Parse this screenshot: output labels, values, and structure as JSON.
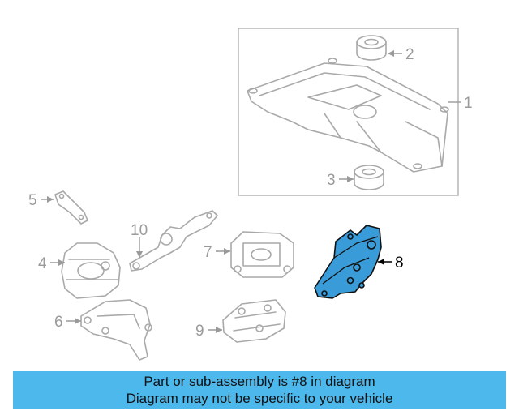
{
  "callouts": {
    "c1": "1",
    "c2": "2",
    "c3": "3",
    "c4": "4",
    "c5": "5",
    "c6": "6",
    "c7": "7",
    "c8": "8",
    "c9": "9",
    "c10": "10"
  },
  "highlight_color": "#3a9bd9",
  "banner": {
    "line1": "Part or sub-assembly is #8 in diagram",
    "line2": "Diagram may not be specific to your vehicle",
    "background": "#4db8ec"
  }
}
